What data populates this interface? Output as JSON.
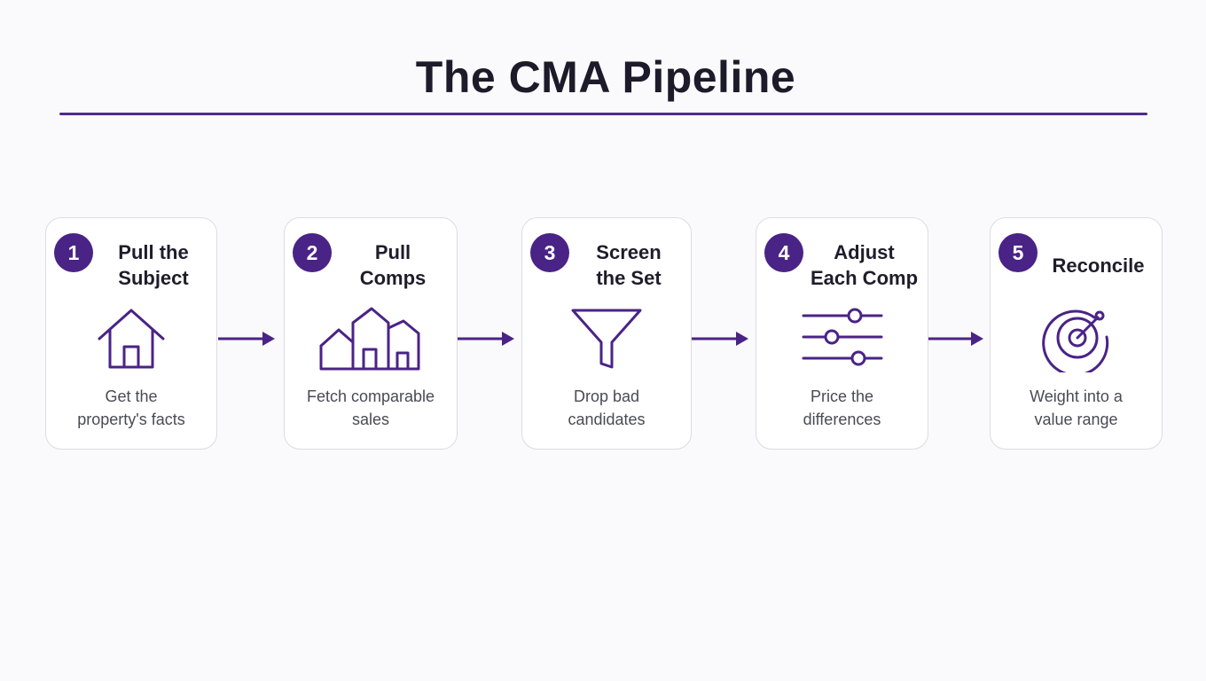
{
  "title": "The CMA Pipeline",
  "colors": {
    "accent": "#4a2386",
    "rule": "#4d2a8e",
    "card_border": "#dcdbe3"
  },
  "steps": [
    {
      "number": "1",
      "title": "Pull the\nSubject",
      "icon": "house-icon",
      "description": "Get the\nproperty's facts"
    },
    {
      "number": "2",
      "title": "Pull\nComps",
      "icon": "houses-icon",
      "description": "Fetch comparable\nsales"
    },
    {
      "number": "3",
      "title": "Screen\nthe Set",
      "icon": "funnel-icon",
      "description": "Drop bad\ncandidates"
    },
    {
      "number": "4",
      "title": "Adjust\nEach Comp",
      "icon": "sliders-icon",
      "description": "Price the\ndifferences"
    },
    {
      "number": "5",
      "title": "Reconcile",
      "icon": "target-icon",
      "description": "Weight into a\nvalue range"
    }
  ]
}
